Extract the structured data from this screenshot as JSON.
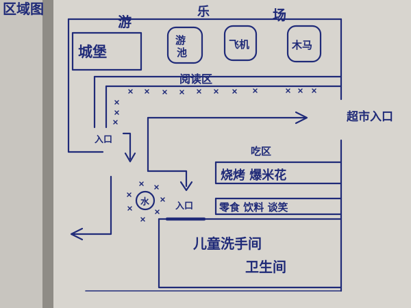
{
  "page_label": "区域图",
  "playground": {
    "title_chars": [
      "游",
      "乐",
      "场"
    ],
    "castle": "城堡",
    "rides": [
      {
        "lines": [
          "游",
          "池"
        ]
      },
      {
        "lines": [
          "飞机"
        ]
      },
      {
        "lines": [
          "木马"
        ]
      }
    ]
  },
  "reading_area": "阅读区",
  "supermarket_entrance": "超市入口",
  "entrance_left": "入口",
  "entrance_center": "入口",
  "dining": {
    "heading": "吃区",
    "row1": "烧烤 爆米花",
    "row2": "零食 饮料 谈笑"
  },
  "fountain_char": "水",
  "washroom": {
    "line1": "儿童洗手间",
    "line2": "卫生间"
  },
  "colors": {
    "ink": "#1f2a78",
    "paper": "#d6d3cd",
    "page_gap": "#8f8c86"
  }
}
